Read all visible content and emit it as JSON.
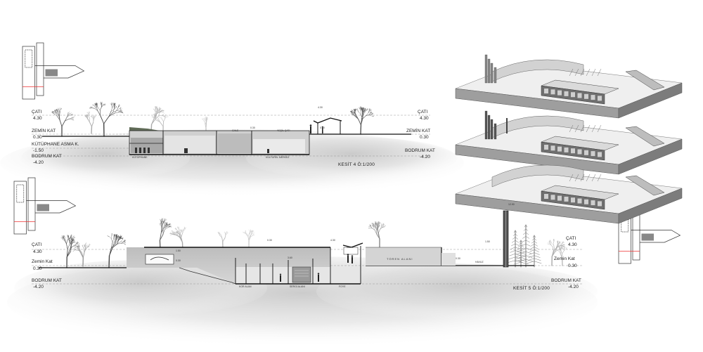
{
  "section_4": {
    "title": "KESİT 4  Ö:1/200",
    "levels_left": [
      {
        "name": "ÇATI",
        "elev": "4.30"
      },
      {
        "name": "ZEMİN KAT",
        "elev": "0.30"
      },
      {
        "name": "KÜTÜPHANE ASMA K.",
        "elev": "-1.50"
      },
      {
        "name": "BODRUM KAT",
        "elev": "-4.20"
      }
    ],
    "levels_right": [
      {
        "name": "ÇATI",
        "elev": "4.30"
      },
      {
        "name": "ZEMİN KAT",
        "elev": "0.30"
      },
      {
        "name": "BODRUM KAT",
        "elev": "-4.20"
      }
    ],
    "spot_marks": [
      "4.30",
      "0.30",
      "0.30"
    ],
    "room_labels": [
      "GALE",
      "YEŞİL ÇATI",
      "KÜTÜPHANE",
      "KÜLTÜREL MERKEZ"
    ]
  },
  "section_5": {
    "title": "KESİT 5  Ö:1/200",
    "levels_left": [
      {
        "name": "ÇATI",
        "elev": "4.30"
      },
      {
        "name": "Zemin Kat",
        "elev": "0.30"
      },
      {
        "name": "BODRUM KAT",
        "elev": "-4.20"
      }
    ],
    "levels_right": [
      {
        "name": "ÇATI",
        "elev": "4.30"
      },
      {
        "name": "Zemin Kat",
        "elev": "0.30"
      },
      {
        "name": "BODRUM KAT",
        "elev": "-4.20"
      }
    ],
    "spot_marks": [
      "1.50",
      "4.30",
      "0.30",
      "3.60",
      "0.30",
      "12.90",
      "1.50",
      "0.30"
    ],
    "room_labels": [
      "TÖREN ALANI",
      "GALE",
      "HAVUZ",
      "FOYE",
      "KOR ALAN",
      "SERGİ ALANI"
    ]
  }
}
